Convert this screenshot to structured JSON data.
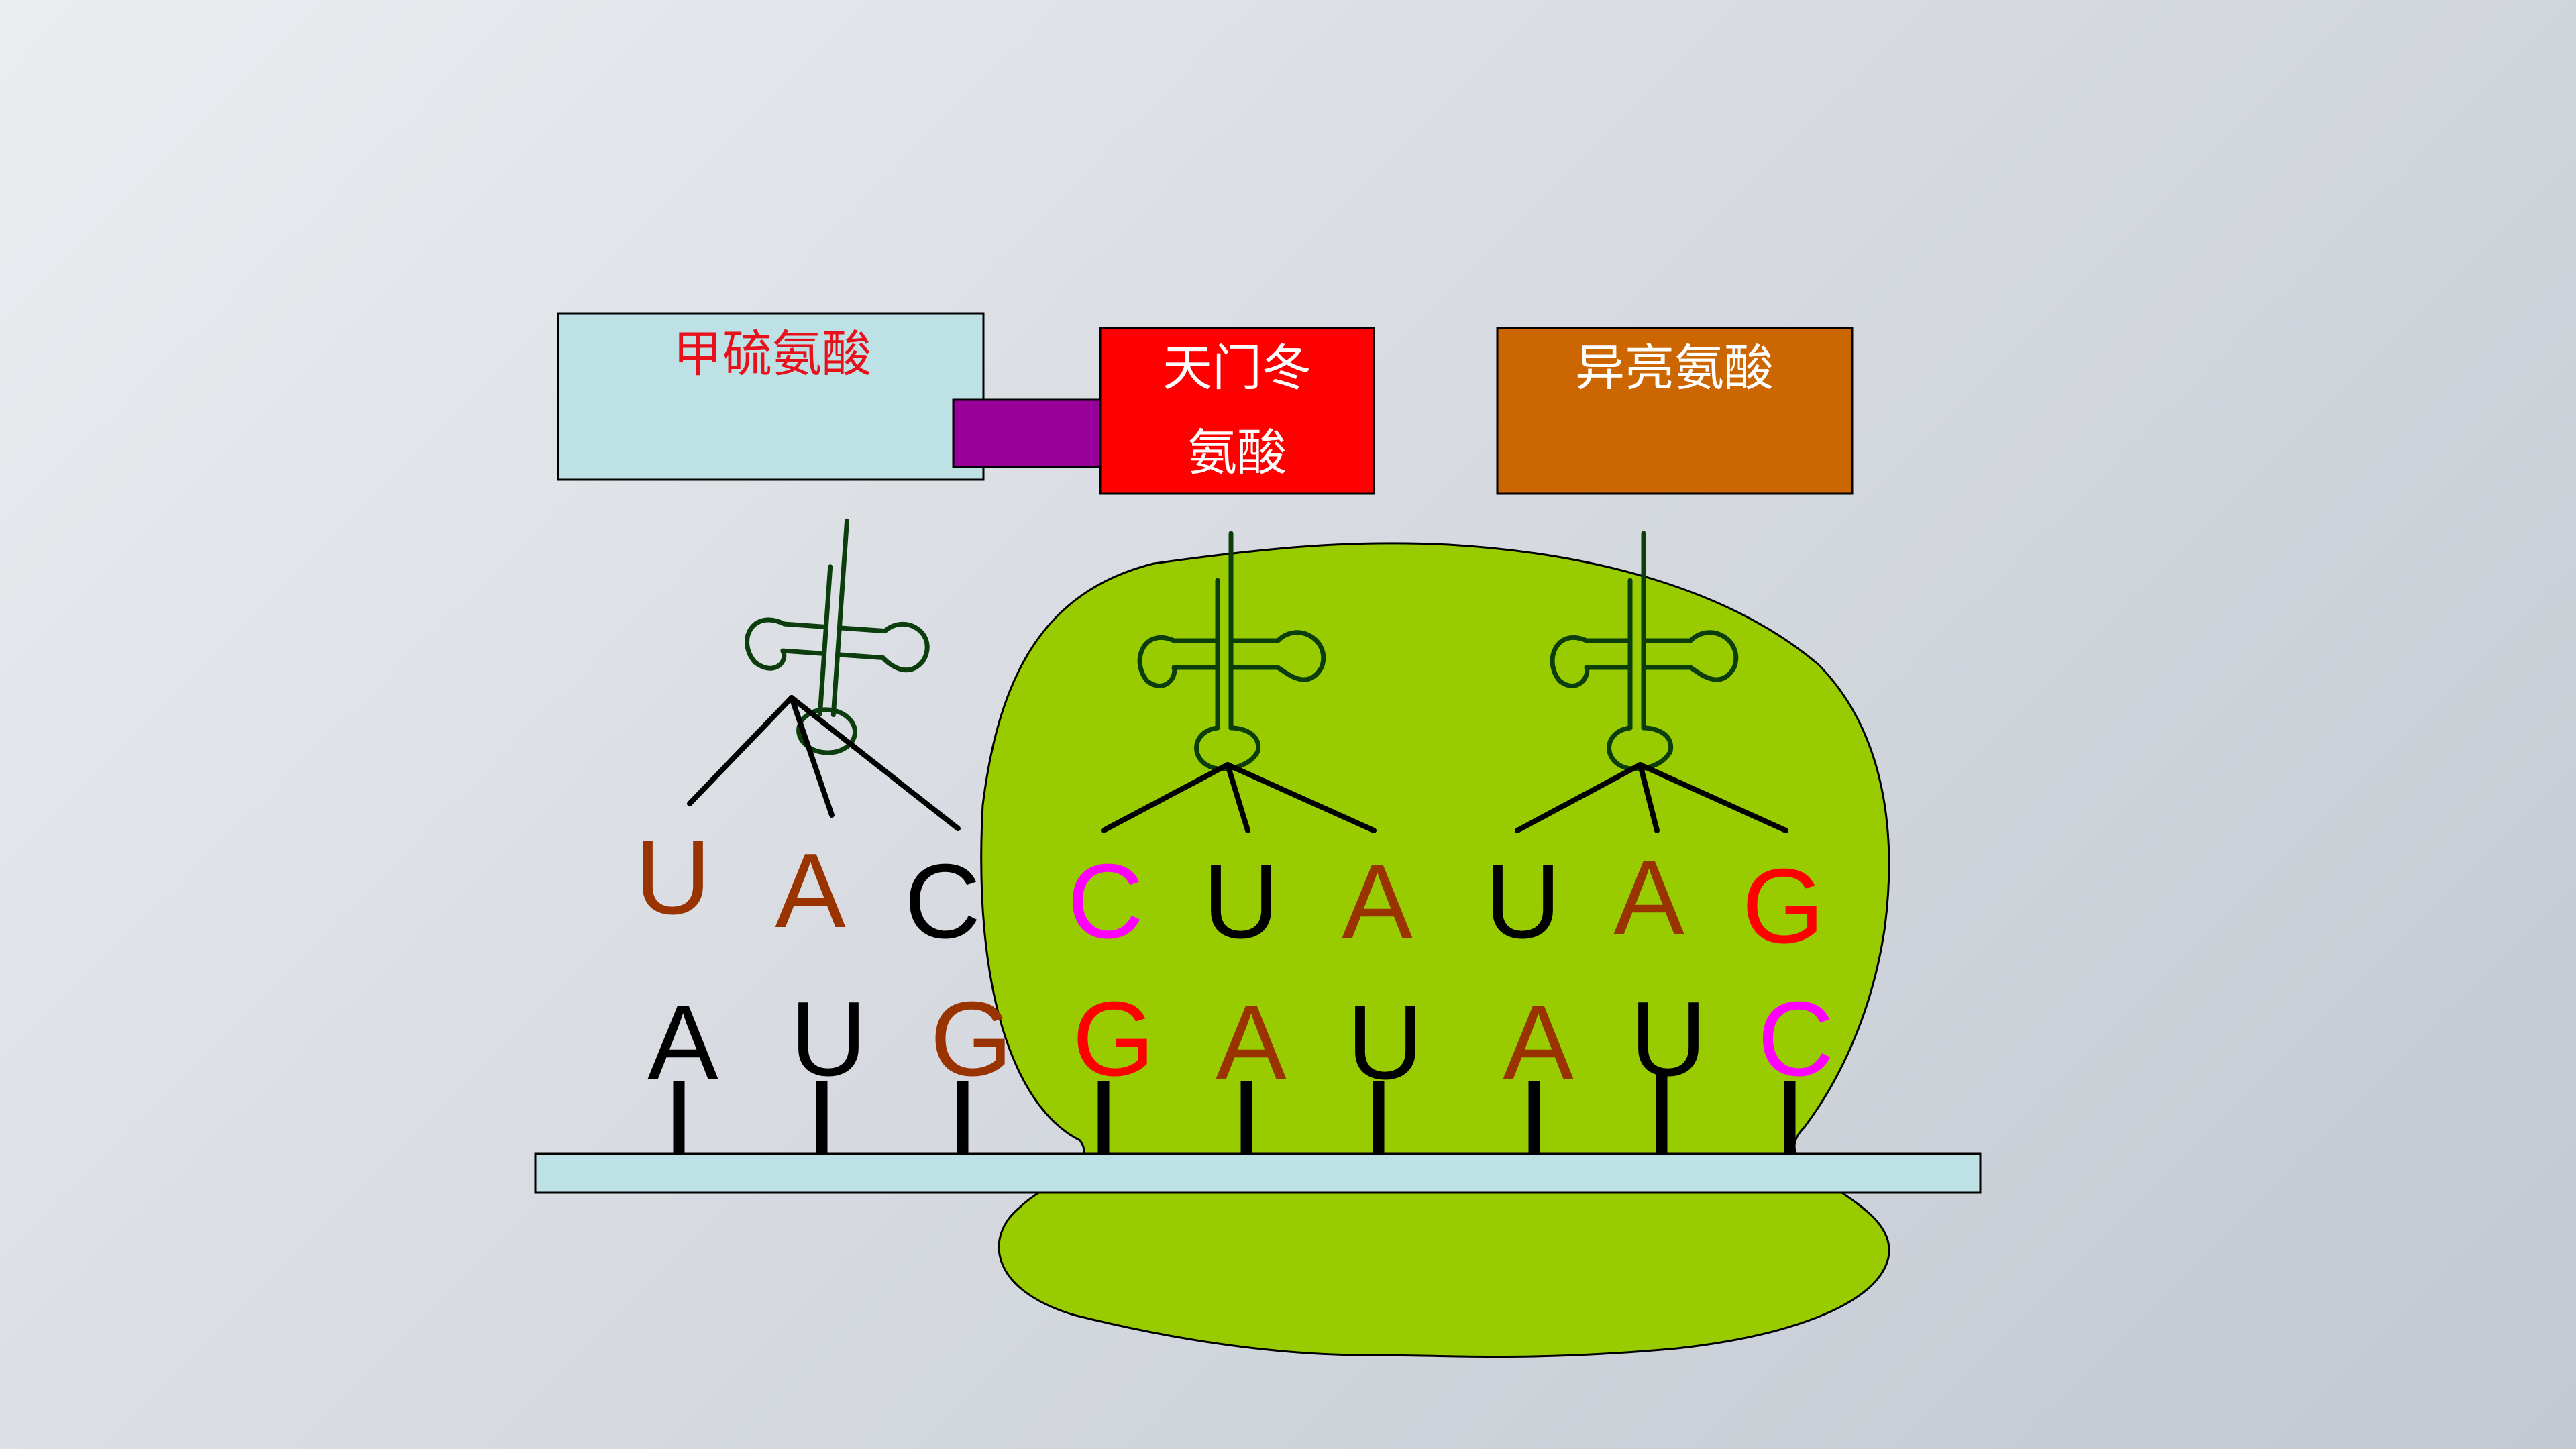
{
  "amino_acids": [
    {
      "text": "甲硫氨酸",
      "fill": "#bde1e4",
      "text_color": "#e8101a"
    },
    {
      "text_line1": "天门冬",
      "text_line2": "氨酸",
      "fill": "#ff0000",
      "text_color": "#ffffff"
    },
    {
      "text": "异亮氨酸",
      "fill": "#cc6600",
      "text_color": "#ffffff"
    }
  ],
  "peptide_bond_color": "#990099",
  "ribosome_color": "#99cc00",
  "mrna_strand_color": "#bde1e4",
  "anticodons": [
    {
      "base": "U",
      "color": "#993300"
    },
    {
      "base": "A",
      "color": "#993300"
    },
    {
      "base": "C",
      "color": "#000000"
    },
    {
      "base": "C",
      "color": "#ff00ff"
    },
    {
      "base": "U",
      "color": "#000000"
    },
    {
      "base": "A",
      "color": "#993300"
    },
    {
      "base": "U",
      "color": "#000000"
    },
    {
      "base": "A",
      "color": "#993300"
    },
    {
      "base": "G",
      "color": "#ff0000"
    }
  ],
  "codons": [
    {
      "base": "A",
      "color": "#000000"
    },
    {
      "base": "U",
      "color": "#000000"
    },
    {
      "base": "G",
      "color": "#993300"
    },
    {
      "base": "G",
      "color": "#ff0000"
    },
    {
      "base": "A",
      "color": "#993300"
    },
    {
      "base": "U",
      "color": "#000000"
    },
    {
      "base": "A",
      "color": "#993300"
    },
    {
      "base": "U",
      "color": "#000000"
    },
    {
      "base": "C",
      "color": "#ff00ff"
    }
  ]
}
